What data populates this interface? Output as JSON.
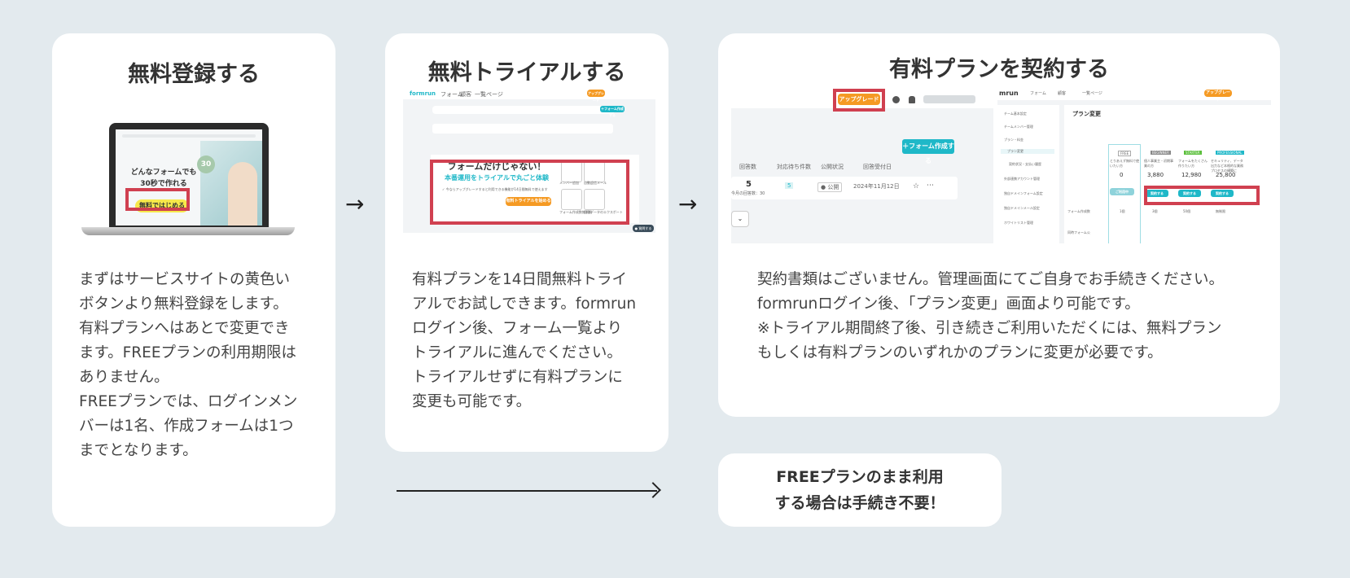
{
  "steps": [
    {
      "title": "無料登録する",
      "text": "まずはサービスサイトの黄色い\nボタンより無料登録をします。\n有料プランへはあとで変更でき\nます。FREEプランの利用期限は\nありません。\nFREEプランでは、ログインメン\nバーは1名、作成フォームは1つ\nまでとなります。",
      "shot": {
        "headline": "どんなフォームでも\n30秒で作れる",
        "badge": "30",
        "button_label": "無料ではじめる"
      }
    },
    {
      "title": "無料トライアルする",
      "text": "有料プランを14日間無料トライ\nアルでお試しできます。formrun\nログイン後、フォーム一覧より\nトライアルに進んでください。\nトライアルせずに有料プランに\n変更も可能です。",
      "shot": {
        "logo": "formrun",
        "nav": [
          "フォーム",
          "顧客",
          "一覧ページ"
        ],
        "upgrade_label": "アップグレード",
        "create_label": "＋フォーム作成する",
        "banner_title": "フォームだけじゃない！",
        "banner_subtitle": "本番運用をトライアルで丸ごと体験",
        "banner_note": "✓ 今ならアップグレードすると利用できる機能が14日間無料で使えます",
        "banner_button": "有料トライアルを始める",
        "features": [
          "メンバー追加",
          "自動返信メール",
          "フォーム作成数無制限",
          "回答データのエクスポート"
        ],
        "chat_label": "● 質問する"
      }
    },
    {
      "title": "有料プランを契約する",
      "text": "契約書類はございません。管理画面にてご自身でお手続きください。\nformrunログイン後、「プラン変更」画面より可能です。\n※トライアル期間終了後、引き続きご利用いただくには、無料プラン\nもしくは有料プランのいずれかのプランに変更が必要です。",
      "shot_left": {
        "upgrade_label": "アップグレード",
        "create_label": "＋フォーム作成する",
        "columns": [
          "回答数",
          "対応待ち件数",
          "公開状況",
          "回答受付日"
        ],
        "count": "5",
        "count_sub": "今月の回答数：30",
        "pending": "5",
        "status": "● 公開",
        "date": "2024年11月12日"
      },
      "shot_right": {
        "logo": "mrun",
        "nav": [
          "フォーム",
          "顧客",
          "一覧ページ"
        ],
        "upgrade_label": "アップグレード",
        "panel_title": "プラン変更",
        "sidebar_items": [
          "チーム基本設定",
          "チームメンバー管理",
          "プラン・料金",
          "プラン変更",
          "契約状況・支払い履歴",
          "外部連携アカウント管理",
          "独自ドメインフォーム設定",
          "独自ドメインメール設定",
          "ホワイトリスト管理"
        ],
        "plans": [
          {
            "name": "FREE",
            "desc": "とりあえず無料で使いたい方",
            "price": "0"
          },
          {
            "name": "BEGINNER",
            "desc": "個人事業主・初期事業の方",
            "price": "3,880"
          },
          {
            "name": "STARTER",
            "desc": "フォームをたくさん作りたい方",
            "price": "12,980"
          },
          {
            "name": "PROFESSIONAL",
            "desc": "セキュリティ、データ出力など本格的な業務プロセスの構築に",
            "price": "25,800"
          }
        ],
        "current_label": "ご利用中",
        "contract_label": "契約する",
        "row_label": "フォーム作成数",
        "row_values": [
          "1個",
          "3個",
          "50個",
          "無制限"
        ],
        "row2_label": "同時フォーム公"
      }
    }
  ],
  "arrow_glyph": "→",
  "note": "FREEプランのまま利用\nする場合は手続き不要！"
}
